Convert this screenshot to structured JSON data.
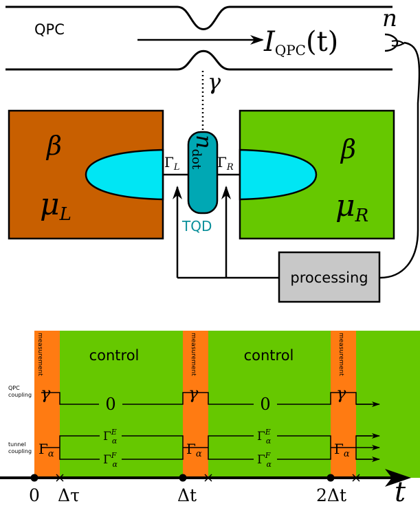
{
  "colors": {
    "left_lead": "#c85f00",
    "right_lead": "#66c800",
    "dot": "#00a8b4",
    "lens": "#00e6f4",
    "timeline_bg": "#66c800",
    "measurement": "#ff7b12",
    "processing_fill": "#c8c8c8",
    "tqd_label": "#0a8f9a"
  },
  "circuit": {
    "qpc_label": "QPC",
    "current_label": "I",
    "current_sub": "QPC",
    "current_arg": "(t)",
    "n_label": "n",
    "gamma_label": "γ",
    "beta_left": "β",
    "beta_right": "β",
    "mu_left": "μ",
    "mu_left_sub": "L",
    "mu_right": "μ",
    "mu_right_sub": "R",
    "gamma_L": "Γ",
    "gamma_L_sub": "L",
    "gamma_R": "Γ",
    "gamma_R_sub": "R",
    "dot_n": "n",
    "dot_sub": "dot",
    "tqd_label": "TQD",
    "processing_label": "processing"
  },
  "timeline": {
    "measurement_label": "measurement",
    "control_label": "control",
    "qpc_coupling_label_1": "QPC",
    "qpc_coupling_label_2": "coupling",
    "tunnel_coupling_label_1": "tunnel",
    "tunnel_coupling_label_2": "coupling",
    "gamma_label": "γ",
    "zero_label": "0",
    "Gamma_alpha": "Γ",
    "alpha_sub": "α",
    "gamma_E_base": "Γ",
    "gamma_E_sup": "E",
    "gamma_E_sub": "α",
    "gamma_F_base": "Γ",
    "gamma_F_sup": "F",
    "gamma_F_sub": "α",
    "axis_label": "t",
    "ticks": [
      "0",
      "Δτ",
      "Δt",
      "2Δt"
    ]
  }
}
